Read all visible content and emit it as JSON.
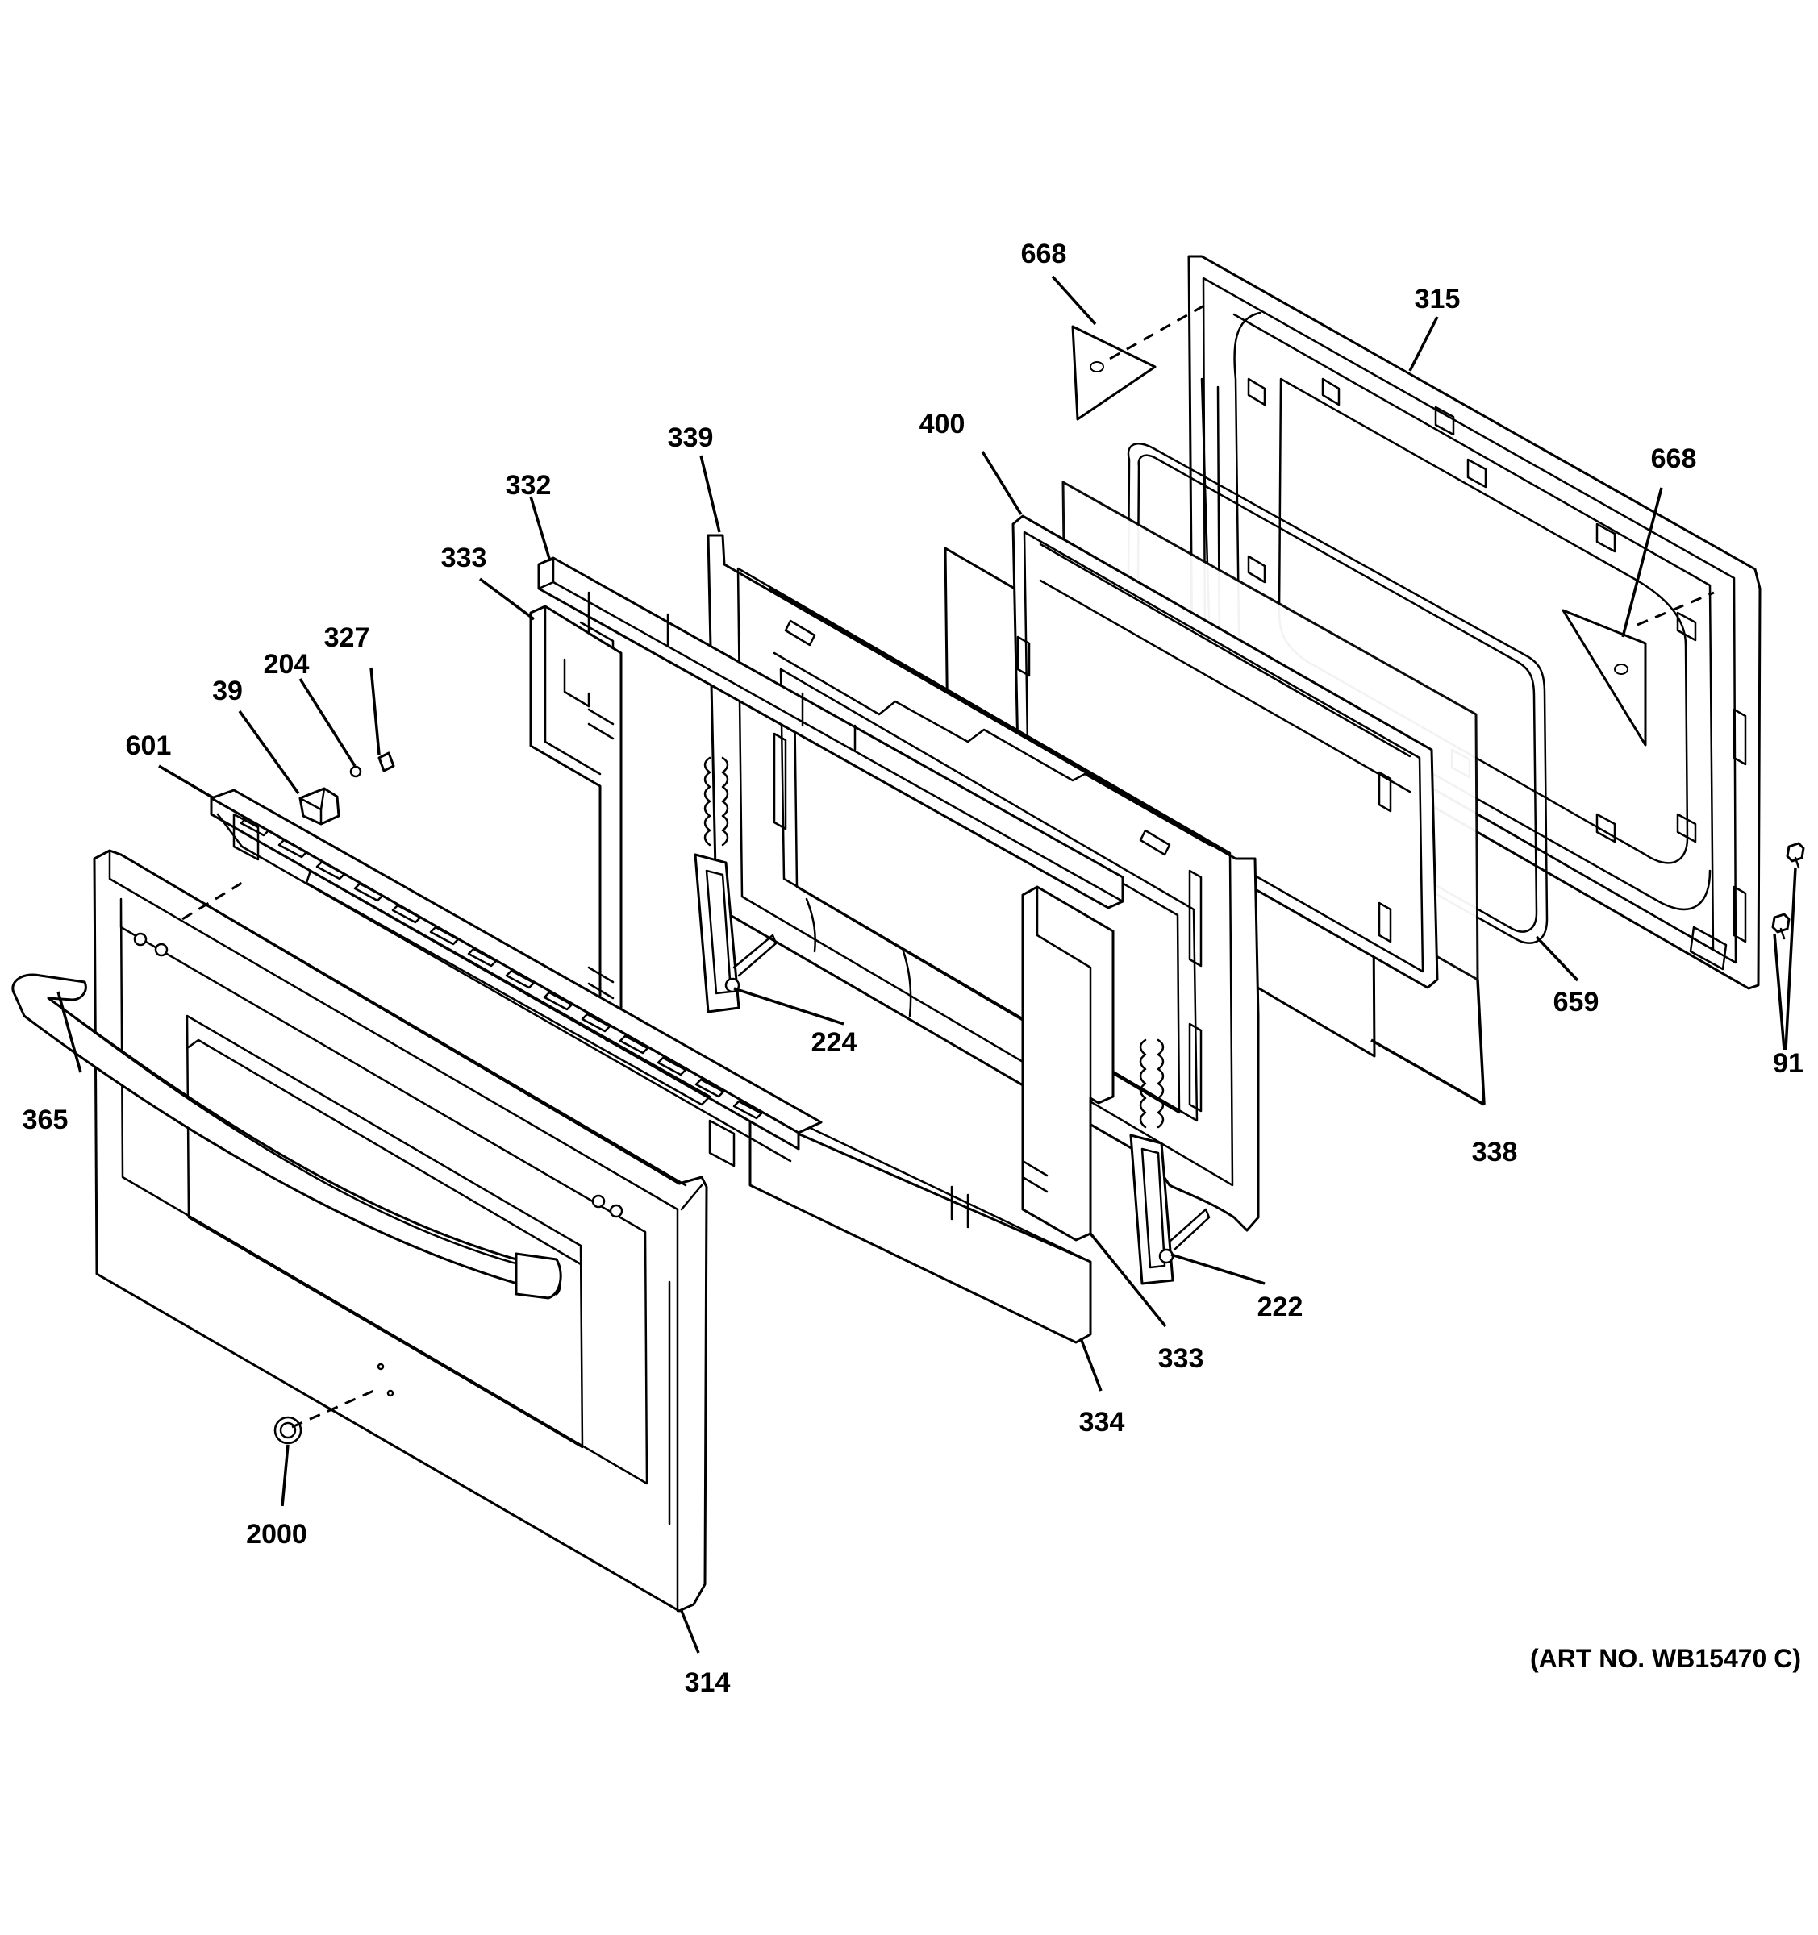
{
  "callouts": {
    "c668a": "668",
    "c315": "315",
    "c668b": "668",
    "c400": "400",
    "c339": "339",
    "c332": "332",
    "c333a": "333",
    "c327": "327",
    "c204": "204",
    "c39": "39",
    "c601": "601",
    "c365": "365",
    "c224": "224",
    "c659": "659",
    "c91": "91",
    "c338": "338",
    "c222": "222",
    "c333b": "333",
    "c334": "334",
    "c2000": "2000",
    "c314": "314"
  },
  "art_number": "(ART NO. WB15470 C)"
}
